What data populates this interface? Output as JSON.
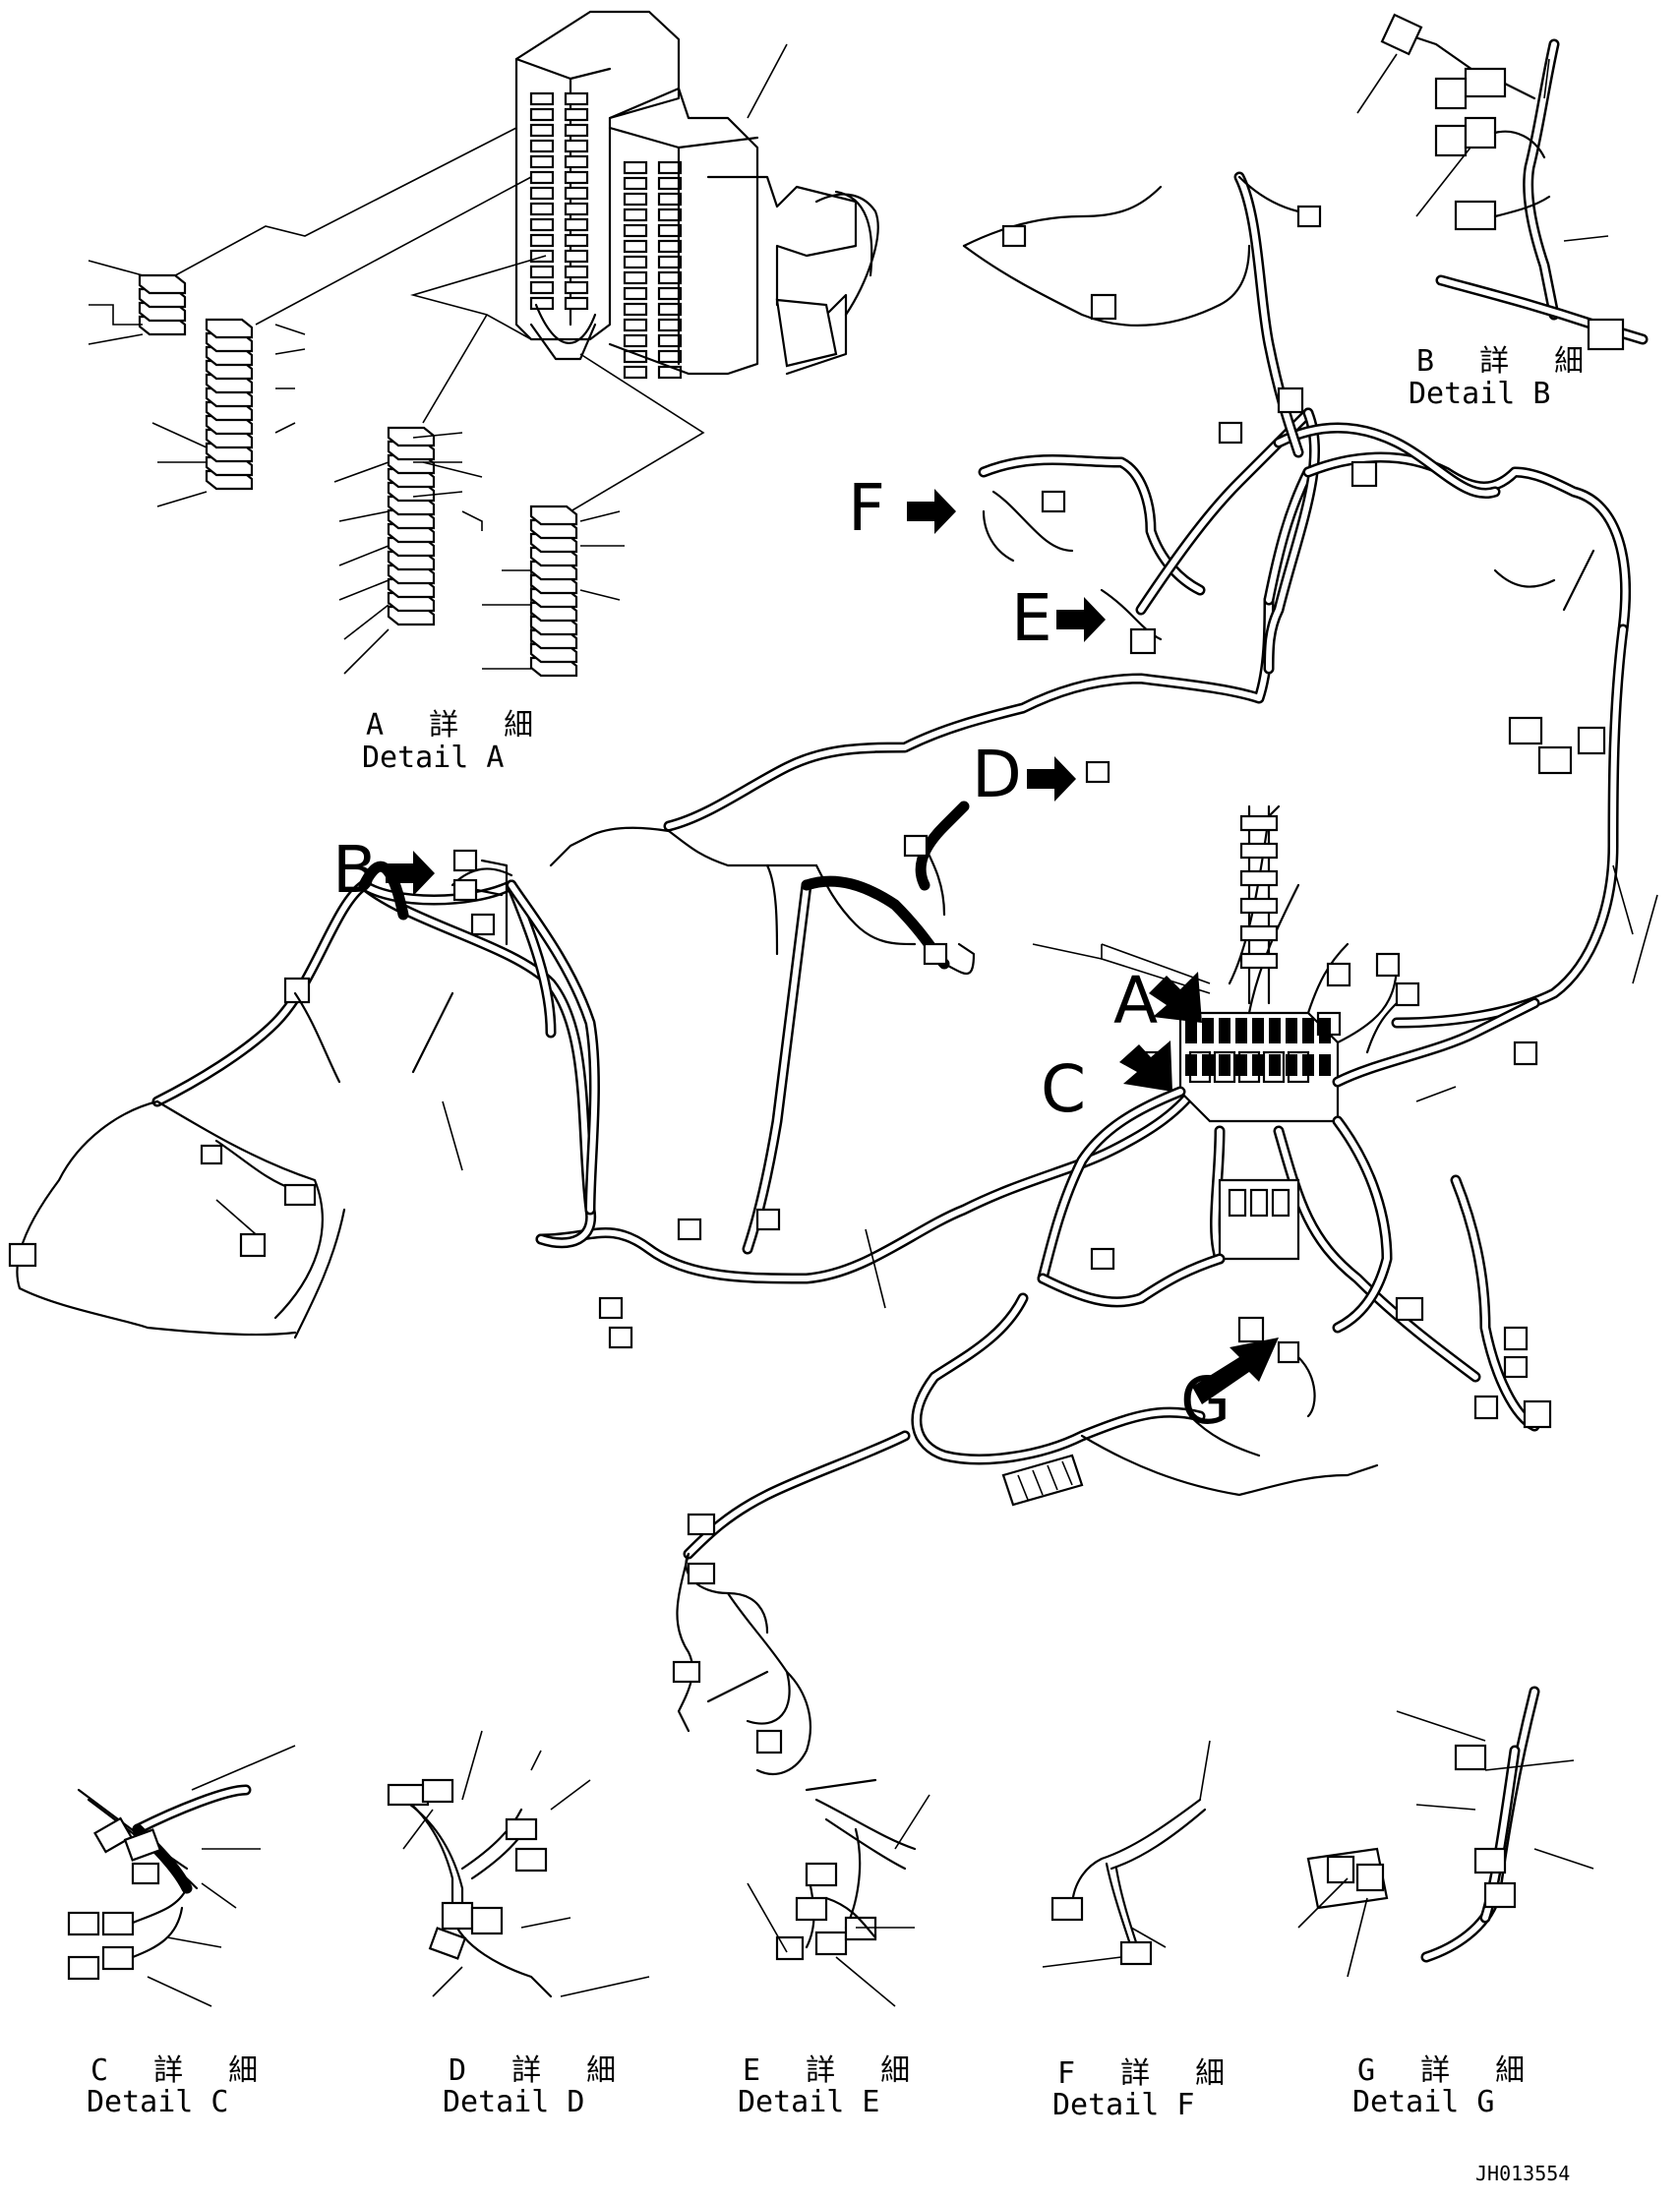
{
  "details": {
    "a": {
      "jp": "A 詳 細",
      "en": "Detail A"
    },
    "b": {
      "jp": "B 詳 細",
      "en": "Detail B"
    },
    "c": {
      "jp": "C 詳 細",
      "en": "Detail C"
    },
    "d": {
      "jp": "D 詳 細",
      "en": "Detail D"
    },
    "e": {
      "jp": "E 詳 細",
      "en": "Detail E"
    },
    "f": {
      "jp": "F 詳 細",
      "en": "Detail F"
    },
    "g": {
      "jp": "G 詳 細",
      "en": "Detail G"
    }
  },
  "callouts": {
    "a": "A",
    "b": "B",
    "c": "C",
    "d": "D",
    "e": "E",
    "f": "F",
    "g": "G"
  },
  "drawing_code": "JH013554"
}
